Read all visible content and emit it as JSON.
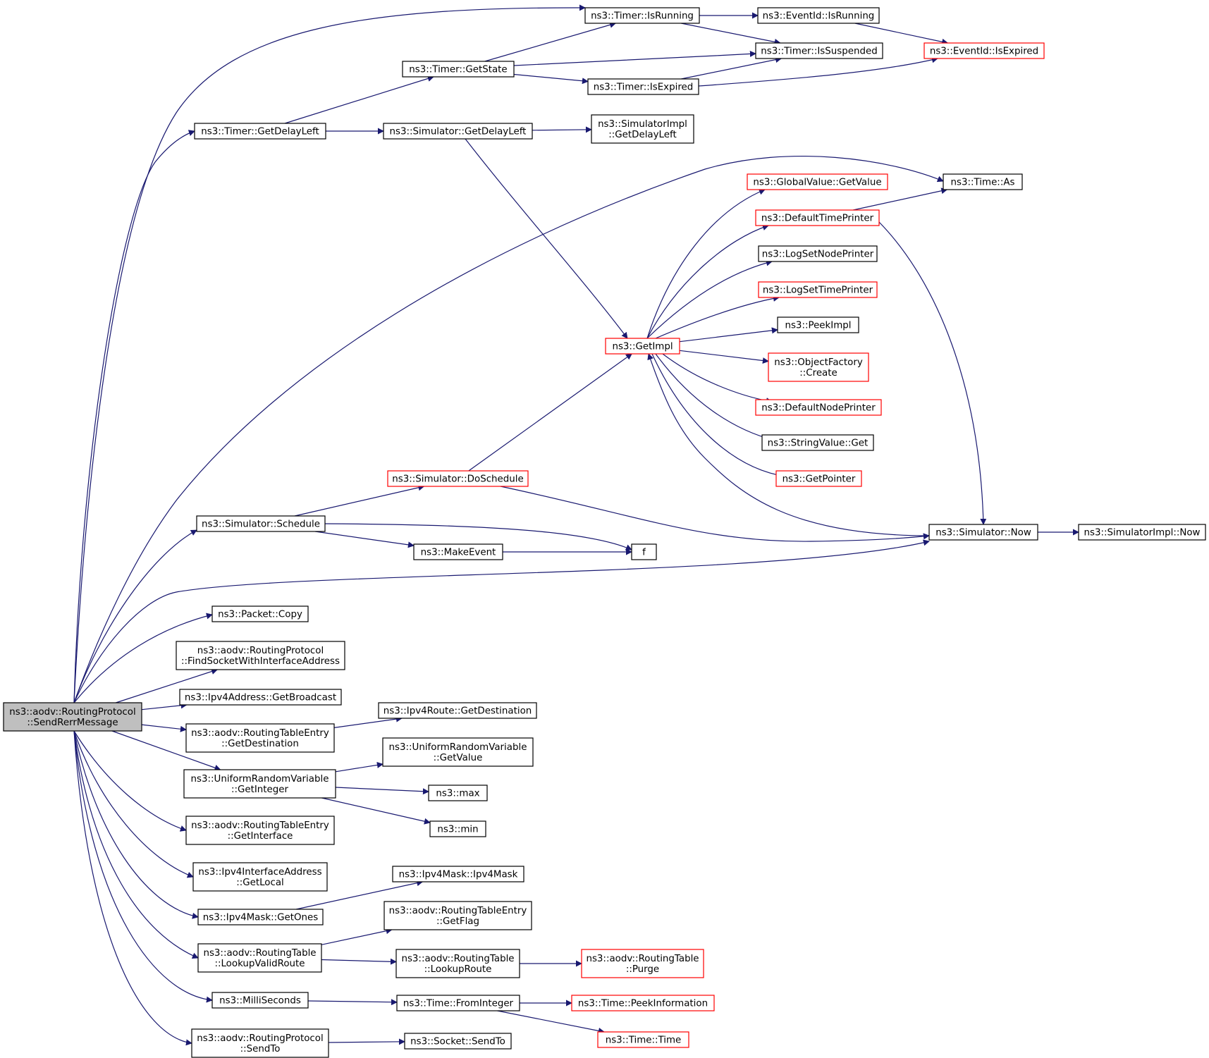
{
  "colors": {
    "edge": "#191970",
    "border_normal": "#000000",
    "border_truncated": "#ff0000",
    "root_fill": "#bfbfbf",
    "node_fill": "#ffffff"
  },
  "nodes": [
    {
      "id": "root",
      "lines": [
        "ns3::aodv::RoutingProtocol",
        "::SendRerrMessage"
      ],
      "style": "root"
    },
    {
      "id": "timer_isrunning",
      "lines": [
        "ns3::Timer::IsRunning"
      ],
      "style": "normal"
    },
    {
      "id": "eventid_isrunning",
      "lines": [
        "ns3::EventId::IsRunning"
      ],
      "style": "normal"
    },
    {
      "id": "timer_issuspended",
      "lines": [
        "ns3::Timer::IsSuspended"
      ],
      "style": "normal"
    },
    {
      "id": "eventid_isexpired",
      "lines": [
        "ns3::EventId::IsExpired"
      ],
      "style": "truncated"
    },
    {
      "id": "timer_getstate",
      "lines": [
        "ns3::Timer::GetState"
      ],
      "style": "normal"
    },
    {
      "id": "timer_isexpired",
      "lines": [
        "ns3::Timer::IsExpired"
      ],
      "style": "normal"
    },
    {
      "id": "timer_getdelayleft",
      "lines": [
        "ns3::Timer::GetDelayLeft"
      ],
      "style": "normal"
    },
    {
      "id": "sim_getdelayleft",
      "lines": [
        "ns3::Simulator::GetDelayLeft"
      ],
      "style": "normal"
    },
    {
      "id": "simimpl_getdelayleft",
      "lines": [
        "ns3::SimulatorImpl",
        "::GetDelayLeft"
      ],
      "style": "normal"
    },
    {
      "id": "globalvalue_getvalue",
      "lines": [
        "ns3::GlobalValue::GetValue"
      ],
      "style": "truncated"
    },
    {
      "id": "time_as",
      "lines": [
        "ns3::Time::As"
      ],
      "style": "normal"
    },
    {
      "id": "defaulttimeprinter",
      "lines": [
        "ns3::DefaultTimePrinter"
      ],
      "style": "truncated"
    },
    {
      "id": "logsetnodeprinter",
      "lines": [
        "ns3::LogSetNodePrinter"
      ],
      "style": "normal"
    },
    {
      "id": "logsettimeprinter",
      "lines": [
        "ns3::LogSetTimePrinter"
      ],
      "style": "truncated"
    },
    {
      "id": "peekimpl",
      "lines": [
        "ns3::PeekImpl"
      ],
      "style": "normal"
    },
    {
      "id": "getimpl",
      "lines": [
        "ns3::GetImpl"
      ],
      "style": "truncated"
    },
    {
      "id": "objectfactory_create",
      "lines": [
        "ns3::ObjectFactory",
        "::Create"
      ],
      "style": "truncated"
    },
    {
      "id": "defaultnodeprinter",
      "lines": [
        "ns3::DefaultNodePrinter"
      ],
      "style": "truncated"
    },
    {
      "id": "stringvalue_get",
      "lines": [
        "ns3::StringValue::Get"
      ],
      "style": "normal"
    },
    {
      "id": "getpointer",
      "lines": [
        "ns3::GetPointer"
      ],
      "style": "truncated"
    },
    {
      "id": "sim_doschedule",
      "lines": [
        "ns3::Simulator::DoSchedule"
      ],
      "style": "truncated"
    },
    {
      "id": "sim_schedule",
      "lines": [
        "ns3::Simulator::Schedule"
      ],
      "style": "normal"
    },
    {
      "id": "sim_now",
      "lines": [
        "ns3::Simulator::Now"
      ],
      "style": "normal"
    },
    {
      "id": "simimpl_now",
      "lines": [
        "ns3::SimulatorImpl::Now"
      ],
      "style": "normal"
    },
    {
      "id": "makeevent",
      "lines": [
        "ns3::MakeEvent"
      ],
      "style": "normal"
    },
    {
      "id": "f",
      "lines": [
        "f"
      ],
      "style": "normal"
    },
    {
      "id": "packet_copy",
      "lines": [
        "ns3::Packet::Copy"
      ],
      "style": "normal"
    },
    {
      "id": "findsocket",
      "lines": [
        "ns3::aodv::RoutingProtocol",
        "::FindSocketWithInterfaceAddress"
      ],
      "style": "normal"
    },
    {
      "id": "ipv4addr_getbroadcast",
      "lines": [
        "ns3::Ipv4Address::GetBroadcast"
      ],
      "style": "normal"
    },
    {
      "id": "ipv4route_getdest",
      "lines": [
        "ns3::Ipv4Route::GetDestination"
      ],
      "style": "normal"
    },
    {
      "id": "rte_getdest",
      "lines": [
        "ns3::aodv::RoutingTableEntry",
        "::GetDestination"
      ],
      "style": "normal"
    },
    {
      "id": "urv_getvalue",
      "lines": [
        "ns3::UniformRandomVariable",
        "::GetValue"
      ],
      "style": "normal"
    },
    {
      "id": "urv_getinteger",
      "lines": [
        "ns3::UniformRandomVariable",
        "::GetInteger"
      ],
      "style": "normal"
    },
    {
      "id": "max",
      "lines": [
        "ns3::max"
      ],
      "style": "normal"
    },
    {
      "id": "min",
      "lines": [
        "ns3::min"
      ],
      "style": "normal"
    },
    {
      "id": "rte_getinterface",
      "lines": [
        "ns3::aodv::RoutingTableEntry",
        "::GetInterface"
      ],
      "style": "normal"
    },
    {
      "id": "ipv4ifaddr_getlocal",
      "lines": [
        "ns3::Ipv4InterfaceAddress",
        "::GetLocal"
      ],
      "style": "normal"
    },
    {
      "id": "ipv4mask_ipv4mask",
      "lines": [
        "ns3::Ipv4Mask::Ipv4Mask"
      ],
      "style": "normal"
    },
    {
      "id": "ipv4mask_getones",
      "lines": [
        "ns3::Ipv4Mask::GetOnes"
      ],
      "style": "normal"
    },
    {
      "id": "rte_getflag",
      "lines": [
        "ns3::aodv::RoutingTableEntry",
        "::GetFlag"
      ],
      "style": "normal"
    },
    {
      "id": "rt_lookupvalidroute",
      "lines": [
        "ns3::aodv::RoutingTable",
        "::LookupValidRoute"
      ],
      "style": "normal"
    },
    {
      "id": "rt_lookuproute",
      "lines": [
        "ns3::aodv::RoutingTable",
        "::LookupRoute"
      ],
      "style": "normal"
    },
    {
      "id": "rt_purge",
      "lines": [
        "ns3::aodv::RoutingTable",
        "::Purge"
      ],
      "style": "truncated"
    },
    {
      "id": "milliseconds",
      "lines": [
        "ns3::MilliSeconds"
      ],
      "style": "normal"
    },
    {
      "id": "time_frominteger",
      "lines": [
        "ns3::Time::FromInteger"
      ],
      "style": "normal"
    },
    {
      "id": "time_peekinformation",
      "lines": [
        "ns3::Time::PeekInformation"
      ],
      "style": "truncated"
    },
    {
      "id": "time_time",
      "lines": [
        "ns3::Time::Time"
      ],
      "style": "truncated"
    },
    {
      "id": "rp_sendto",
      "lines": [
        "ns3::aodv::RoutingProtocol",
        "::SendTo"
      ],
      "style": "normal"
    },
    {
      "id": "socket_sendto",
      "lines": [
        "ns3::Socket::SendTo"
      ],
      "style": "normal"
    }
  ],
  "edges": [
    [
      "root",
      "timer_isrunning"
    ],
    [
      "root",
      "timer_getdelayleft"
    ],
    [
      "root",
      "time_as"
    ],
    [
      "root",
      "sim_schedule"
    ],
    [
      "root",
      "sim_now"
    ],
    [
      "root",
      "packet_copy"
    ],
    [
      "root",
      "findsocket"
    ],
    [
      "root",
      "ipv4addr_getbroadcast"
    ],
    [
      "root",
      "rte_getdest"
    ],
    [
      "root",
      "urv_getinteger"
    ],
    [
      "root",
      "rte_getinterface"
    ],
    [
      "root",
      "ipv4ifaddr_getlocal"
    ],
    [
      "root",
      "ipv4mask_getones"
    ],
    [
      "root",
      "rt_lookupvalidroute"
    ],
    [
      "root",
      "milliseconds"
    ],
    [
      "root",
      "rp_sendto"
    ],
    [
      "timer_isrunning",
      "eventid_isrunning"
    ],
    [
      "timer_isrunning",
      "timer_issuspended"
    ],
    [
      "eventid_isrunning",
      "eventid_isexpired"
    ],
    [
      "timer_getstate",
      "timer_isrunning"
    ],
    [
      "timer_getstate",
      "timer_issuspended"
    ],
    [
      "timer_getstate",
      "timer_isexpired"
    ],
    [
      "timer_isexpired",
      "timer_issuspended"
    ],
    [
      "timer_isexpired",
      "eventid_isexpired"
    ],
    [
      "timer_getdelayleft",
      "timer_getstate"
    ],
    [
      "timer_getdelayleft",
      "sim_getdelayleft"
    ],
    [
      "sim_getdelayleft",
      "simimpl_getdelayleft"
    ],
    [
      "sim_getdelayleft",
      "getimpl"
    ],
    [
      "getimpl",
      "globalvalue_getvalue"
    ],
    [
      "getimpl",
      "defaulttimeprinter"
    ],
    [
      "getimpl",
      "logsetnodeprinter"
    ],
    [
      "getimpl",
      "logsettimeprinter"
    ],
    [
      "getimpl",
      "peekimpl"
    ],
    [
      "getimpl",
      "objectfactory_create"
    ],
    [
      "getimpl",
      "defaultnodeprinter"
    ],
    [
      "getimpl",
      "stringvalue_get"
    ],
    [
      "getimpl",
      "getpointer"
    ],
    [
      "defaulttimeprinter",
      "time_as"
    ],
    [
      "defaulttimeprinter",
      "sim_now"
    ],
    [
      "sim_now",
      "getimpl"
    ],
    [
      "sim_now",
      "simimpl_now"
    ],
    [
      "sim_doschedule",
      "getimpl"
    ],
    [
      "sim_doschedule",
      "sim_now"
    ],
    [
      "sim_schedule",
      "sim_doschedule"
    ],
    [
      "sim_schedule",
      "makeevent"
    ],
    [
      "sim_schedule",
      "f"
    ],
    [
      "makeevent",
      "f"
    ],
    [
      "rte_getdest",
      "ipv4route_getdest"
    ],
    [
      "urv_getinteger",
      "urv_getvalue"
    ],
    [
      "urv_getinteger",
      "max"
    ],
    [
      "urv_getinteger",
      "min"
    ],
    [
      "ipv4mask_getones",
      "ipv4mask_ipv4mask"
    ],
    [
      "rt_lookupvalidroute",
      "rte_getflag"
    ],
    [
      "rt_lookupvalidroute",
      "rt_lookuproute"
    ],
    [
      "rt_lookuproute",
      "rt_purge"
    ],
    [
      "milliseconds",
      "time_frominteger"
    ],
    [
      "time_frominteger",
      "time_peekinformation"
    ],
    [
      "time_frominteger",
      "time_time"
    ],
    [
      "rp_sendto",
      "socket_sendto"
    ]
  ]
}
